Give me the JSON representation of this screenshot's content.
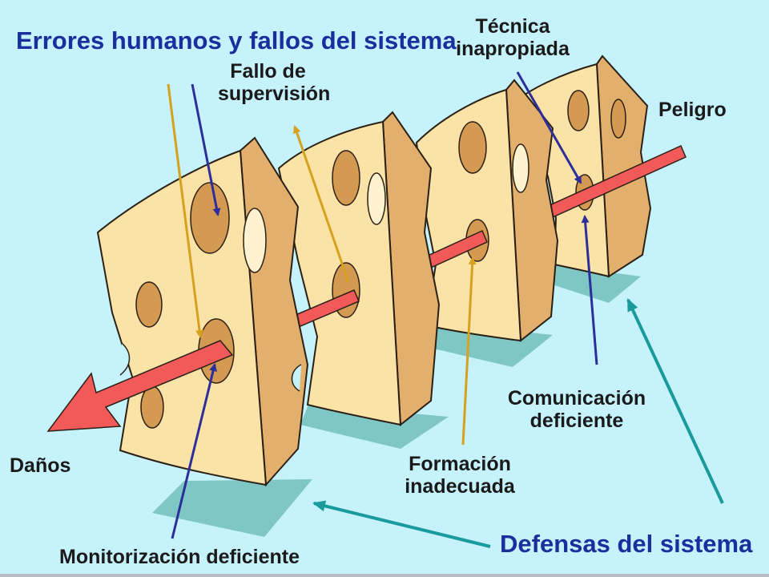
{
  "labels": {
    "errores": "Errores humanos y fallos del sistema",
    "fallo_supervision": "Fallo de supervisión",
    "tecnica": "Técnica inapropiada",
    "peligro": "Peligro",
    "danos": "Daños",
    "comunicacion": "Comunicación deficiente",
    "formacion": "Formación inadecuada",
    "defensas": "Defensas del sistema",
    "monitorizacion": "Monitorización deficiente"
  },
  "colors": {
    "background": "#c6f2fb",
    "cheese_face": "#fbe3a8",
    "cheese_side": "#e2b06c",
    "cheese_outline": "#2a2015",
    "shadow": "#7fc7c4",
    "hazard_arrow": "#f25a5a",
    "blue_arrow": "#2c2f9a",
    "gold_arrow": "#d6a21e",
    "teal_arrow": "#199a9c",
    "blue_text": "#1a2e9e"
  }
}
